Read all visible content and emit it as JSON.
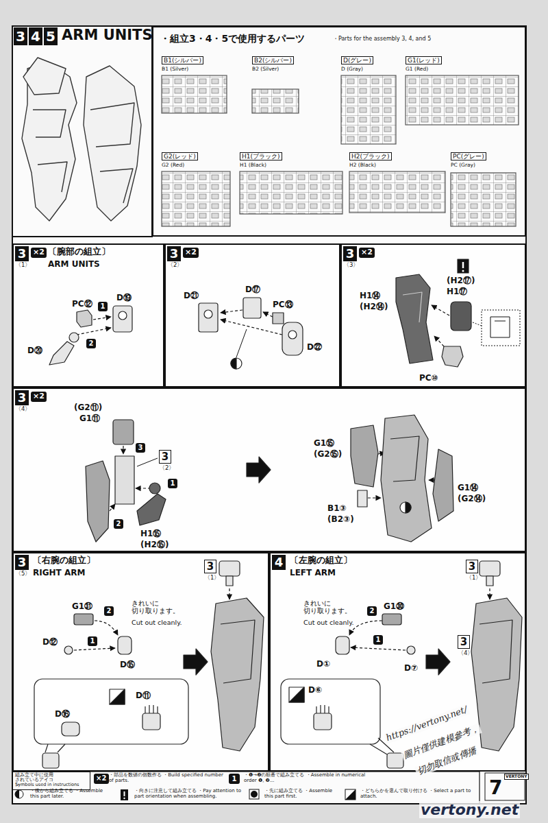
{
  "diagram": {
    "title": "ARM UNITS",
    "nodes": [
      {
        "text": [
          "・組立3・4・5で使用するパーツ",
          "・Parts for the assembly 3, 4, and 5"
        ]
      },
      {
        "text": [
          "B1(シルバー)",
          "B1 (Silver)"
        ],
        "in": 0
      },
      {
        "text": [
          "B2(シルバー)",
          "B2 (Silver)"
        ],
        "in": 0
      },
      {
        "text": [
          "D(グレー)",
          "D (Gray)"
        ],
        "in": 0
      },
      {
        "text": [
          "G1(レッド)",
          "G1 (Red)"
        ],
        "in": 0
      },
      {
        "text": [
          "G2(レッド)",
          "G2 (Red)"
        ],
        "in": 0
      },
      {
        "text": [
          "H1(ブラック)",
          "H1 (Black)"
        ],
        "in": 0
      },
      {
        "text": [
          "H2(ブラック)",
          "H2 (Black)"
        ],
        "in": 0
      },
      {
        "text": [
          "PC(グレー)",
          "PC (Gray)"
        ],
        "in": 0
      },
      {
        "text": [
          "3",
          "〈1〉",
          "×2",
          "〔腕部の組立〕",
          "ARM UNITS"
        ]
      },
      {
        "text": [
          "3",
          "〈2〉",
          "×2"
        ]
      },
      {
        "text": [
          "3",
          "〈3〉",
          "×2"
        ]
      },
      {
        "text": [
          "3",
          "〈4〉",
          "×2"
        ]
      },
      {
        "text": [
          "3",
          "〈5〉",
          "〔右腕の組立〕",
          "RIGHT ARM"
        ]
      },
      {
        "text": [
          "4",
          "〔左腕の組立〕",
          "LEFT ARM"
        ]
      },
      {
        "text": [
          "組み立て中に使用されているアイコン",
          "Symbols used in instructions"
        ]
      }
    ],
    "labels": [
      "3",
      "4",
      "5",
      "D⑲",
      "PC⑫",
      "1",
      "2",
      "D⑳",
      "D㉑",
      "D⑰",
      "PC⑬",
      "D㉒",
      "(H2⑰)",
      "H1⑰",
      "H1⑭",
      "(H2⑭)",
      "PC⑩",
      "(G2⑪)",
      "G1⑪",
      "3",
      "3",
      "〈2〉",
      "1",
      "2",
      "H1⑮",
      "(H2⑮)",
      "G1⑮",
      "(G2⑮)",
      "G1⑭",
      "(G2⑭)",
      "B1③",
      "(B2③)",
      "3",
      "〈1〉",
      "G1㉛",
      "きれいに 切り取ります。",
      "Cut out cleanly.",
      "2",
      "1",
      "D⑫",
      "D⑮",
      "D⑯",
      "D⑪",
      "3",
      "〈1〉",
      "G1㉚",
      "きれいに 切り取ります。",
      "Cut out cleanly.",
      "2",
      "1",
      "D①",
      "D⑦",
      "D⑥",
      "3",
      "〈4〉",
      "×2",
      "1",
      "https://vertony.net/",
      "圖片僅供建模參考，",
      "切勿取信或傳播",
      "vertony.net",
      "VERTONY",
      "7"
    ],
    "legend": [
      {
        "text": "・部品を数値の個数作る ・Build specified number of parts."
      },
      {
        "text": "・❶→❷の順番で組み立てる ・Assemble in numerical order ❶, ❷..."
      },
      {
        "text": "・後から組み立てる ・Assemble this part later."
      },
      {
        "text": "・向きに注意して組み立てる ・Pay attention to part orientation when assembling."
      },
      {
        "text": "・先に組み立てる ・Assemble this part first."
      },
      {
        "text": "・どちらかを選んで取り付ける ・Select a part to attach."
      }
    ]
  }
}
